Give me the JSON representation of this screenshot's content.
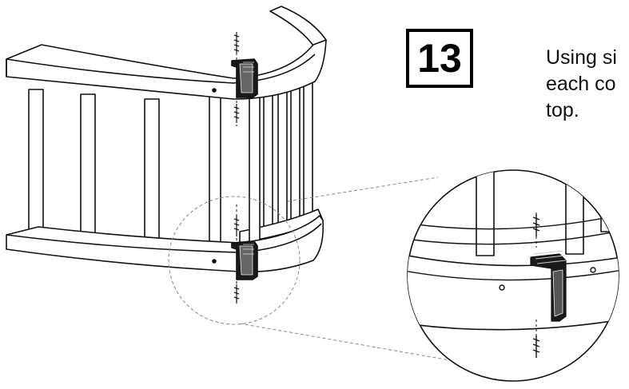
{
  "step": {
    "number": "13"
  },
  "instructions": {
    "lines": [
      "Using si",
      "each co",
      "top."
    ]
  },
  "colors": {
    "ink": "#111111",
    "paper": "#ffffff",
    "dashed": "#888888",
    "clamp": "#1a1a1a"
  },
  "icons": [
    "screw-icon",
    "clamp-bracket-icon"
  ]
}
